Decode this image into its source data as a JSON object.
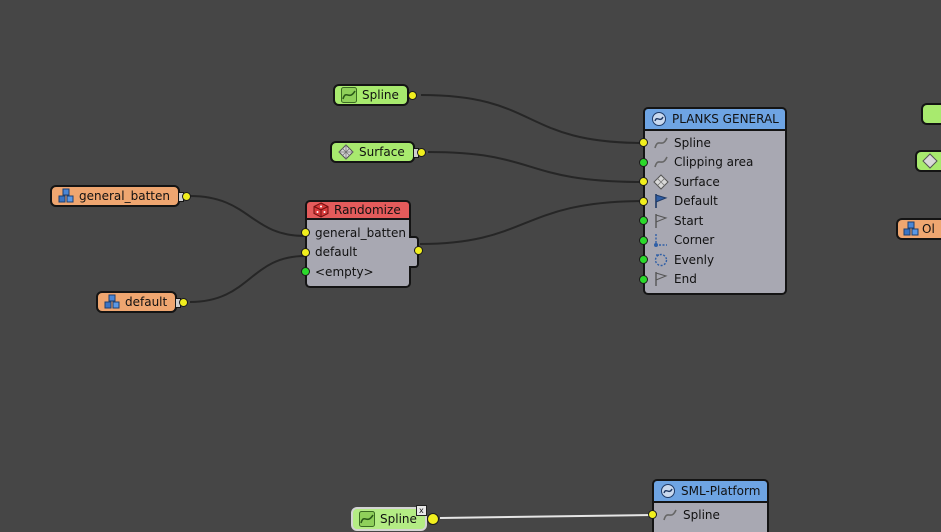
{
  "canvas": {
    "background": "#464646"
  },
  "colors": {
    "input_green": "#a8ea6e",
    "input_orange": "#efa670",
    "header_blue": "#6ea4e3",
    "header_red": "#e45b5b",
    "port_yellow": "#f1ef1e",
    "port_green": "#2bd92b",
    "node_body": "#a8a8b2"
  },
  "inputs": {
    "spline_top": {
      "label": "Spline",
      "icon": "spline-icon"
    },
    "surface": {
      "label": "Surface",
      "icon": "surface-icon"
    },
    "general_batten": {
      "label": "general_batten",
      "icon": "object-cubes-icon"
    },
    "default": {
      "label": "default",
      "icon": "object-cubes-icon"
    },
    "spline_bottom": {
      "label": "Spline",
      "icon": "spline-icon",
      "close": "x"
    }
  },
  "randomize": {
    "title": "Randomize",
    "icon": "dice-icon",
    "ports": [
      "general_batten",
      "default",
      "<empty>"
    ]
  },
  "planks_general": {
    "title": "PLANKS GENERAL",
    "icon": "generator-icon",
    "ports": [
      {
        "label": "Spline",
        "icon": "spline-icon"
      },
      {
        "label": "Clipping area",
        "icon": "spline-icon"
      },
      {
        "label": "Surface",
        "icon": "surface-icon"
      },
      {
        "label": "Default",
        "icon": "flag-icon"
      },
      {
        "label": "Start",
        "icon": "flag-outline-icon"
      },
      {
        "label": "Corner",
        "icon": "corner-icon"
      },
      {
        "label": "Evenly",
        "icon": "evenly-icon"
      },
      {
        "label": "End",
        "icon": "flag-outline-icon"
      }
    ]
  },
  "sml_platform": {
    "title": "SML-Platform",
    "icon": "generator-icon",
    "ports": [
      {
        "label": "Spline",
        "icon": "spline-icon"
      }
    ]
  },
  "right_edge": {
    "orange_label": "Ol"
  }
}
